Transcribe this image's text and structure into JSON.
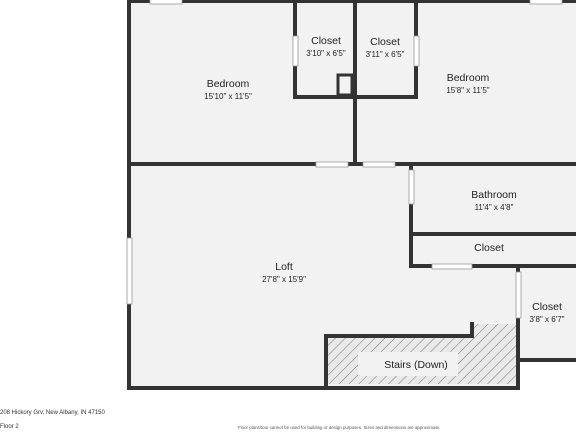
{
  "rooms": {
    "bedroom_left": {
      "name": "Bedroom",
      "dims": "15'10\" x 11'5\""
    },
    "closet_1": {
      "name": "Closet",
      "dims": "3'10\" x 6'5\""
    },
    "closet_2": {
      "name": "Closet",
      "dims": "3'11\" x 6'5\""
    },
    "bedroom_right": {
      "name": "Bedroom",
      "dims": "15'8\" x 11'5\""
    },
    "bathroom": {
      "name": "Bathroom",
      "dims": "11'4\" x 4'8\""
    },
    "closet_hall": {
      "name": "Closet"
    },
    "loft": {
      "name": "Loft",
      "dims": "27'8\" x 15'9\""
    },
    "closet_3": {
      "name": "Closet",
      "dims": "3'8\" x 6'7\""
    },
    "stairs": {
      "name": "Stairs (Down)"
    }
  },
  "footer": {
    "address": "208 Hickory Grv, New Albany, IN 47150",
    "floor": "Floor 2",
    "disclaimer": "Floor plans/tour cannot be used for building or design purposes. Sizes and dimensions are approximate."
  },
  "colors": {
    "floor_fill": "#f2f2f2",
    "wall": "#333333",
    "stairs_fill": "#e9e9e9"
  }
}
